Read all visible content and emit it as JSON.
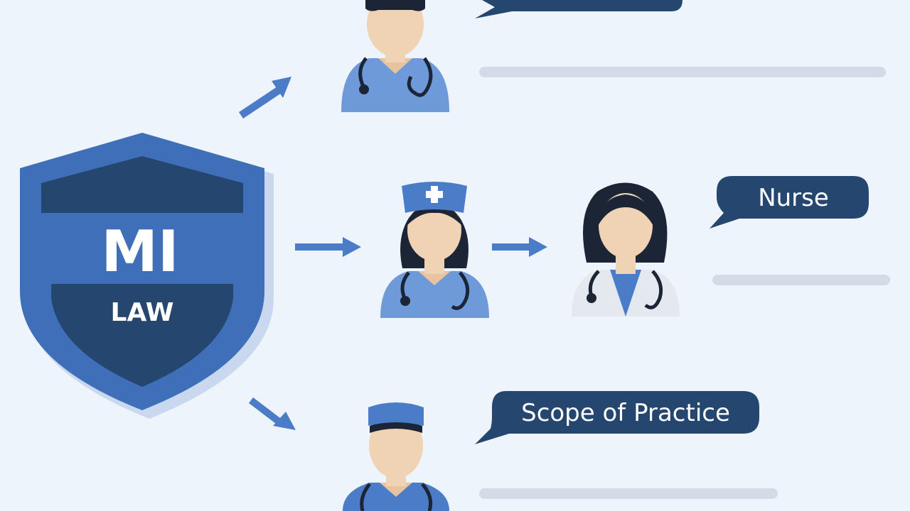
{
  "shield": {
    "title": "MI",
    "subtitle": "LAW",
    "colors": {
      "outer": "#3f6fb8",
      "inner": "#25466f",
      "band": "#4876c0"
    }
  },
  "bubbles": [
    {
      "label": ""
    },
    {
      "label": "Nurse"
    },
    {
      "label": "Scope of Practice"
    }
  ],
  "figures": [
    {
      "role": "top-practitioner",
      "icon": "doctor-icon"
    },
    {
      "role": "nurse",
      "icon": "nurse-icon"
    },
    {
      "role": "nurse-practitioner",
      "icon": "female-doctor-icon"
    },
    {
      "role": "bottom-practitioner",
      "icon": "surgeon-icon"
    }
  ],
  "colors": {
    "background": "#eef4fb",
    "navy": "#25466f",
    "blue": "#4a7cc7",
    "light_blue": "#6f9ad9",
    "skin": "#f0d2b4",
    "hair": "#1c2535",
    "line_gray": "#d3dbe6"
  }
}
